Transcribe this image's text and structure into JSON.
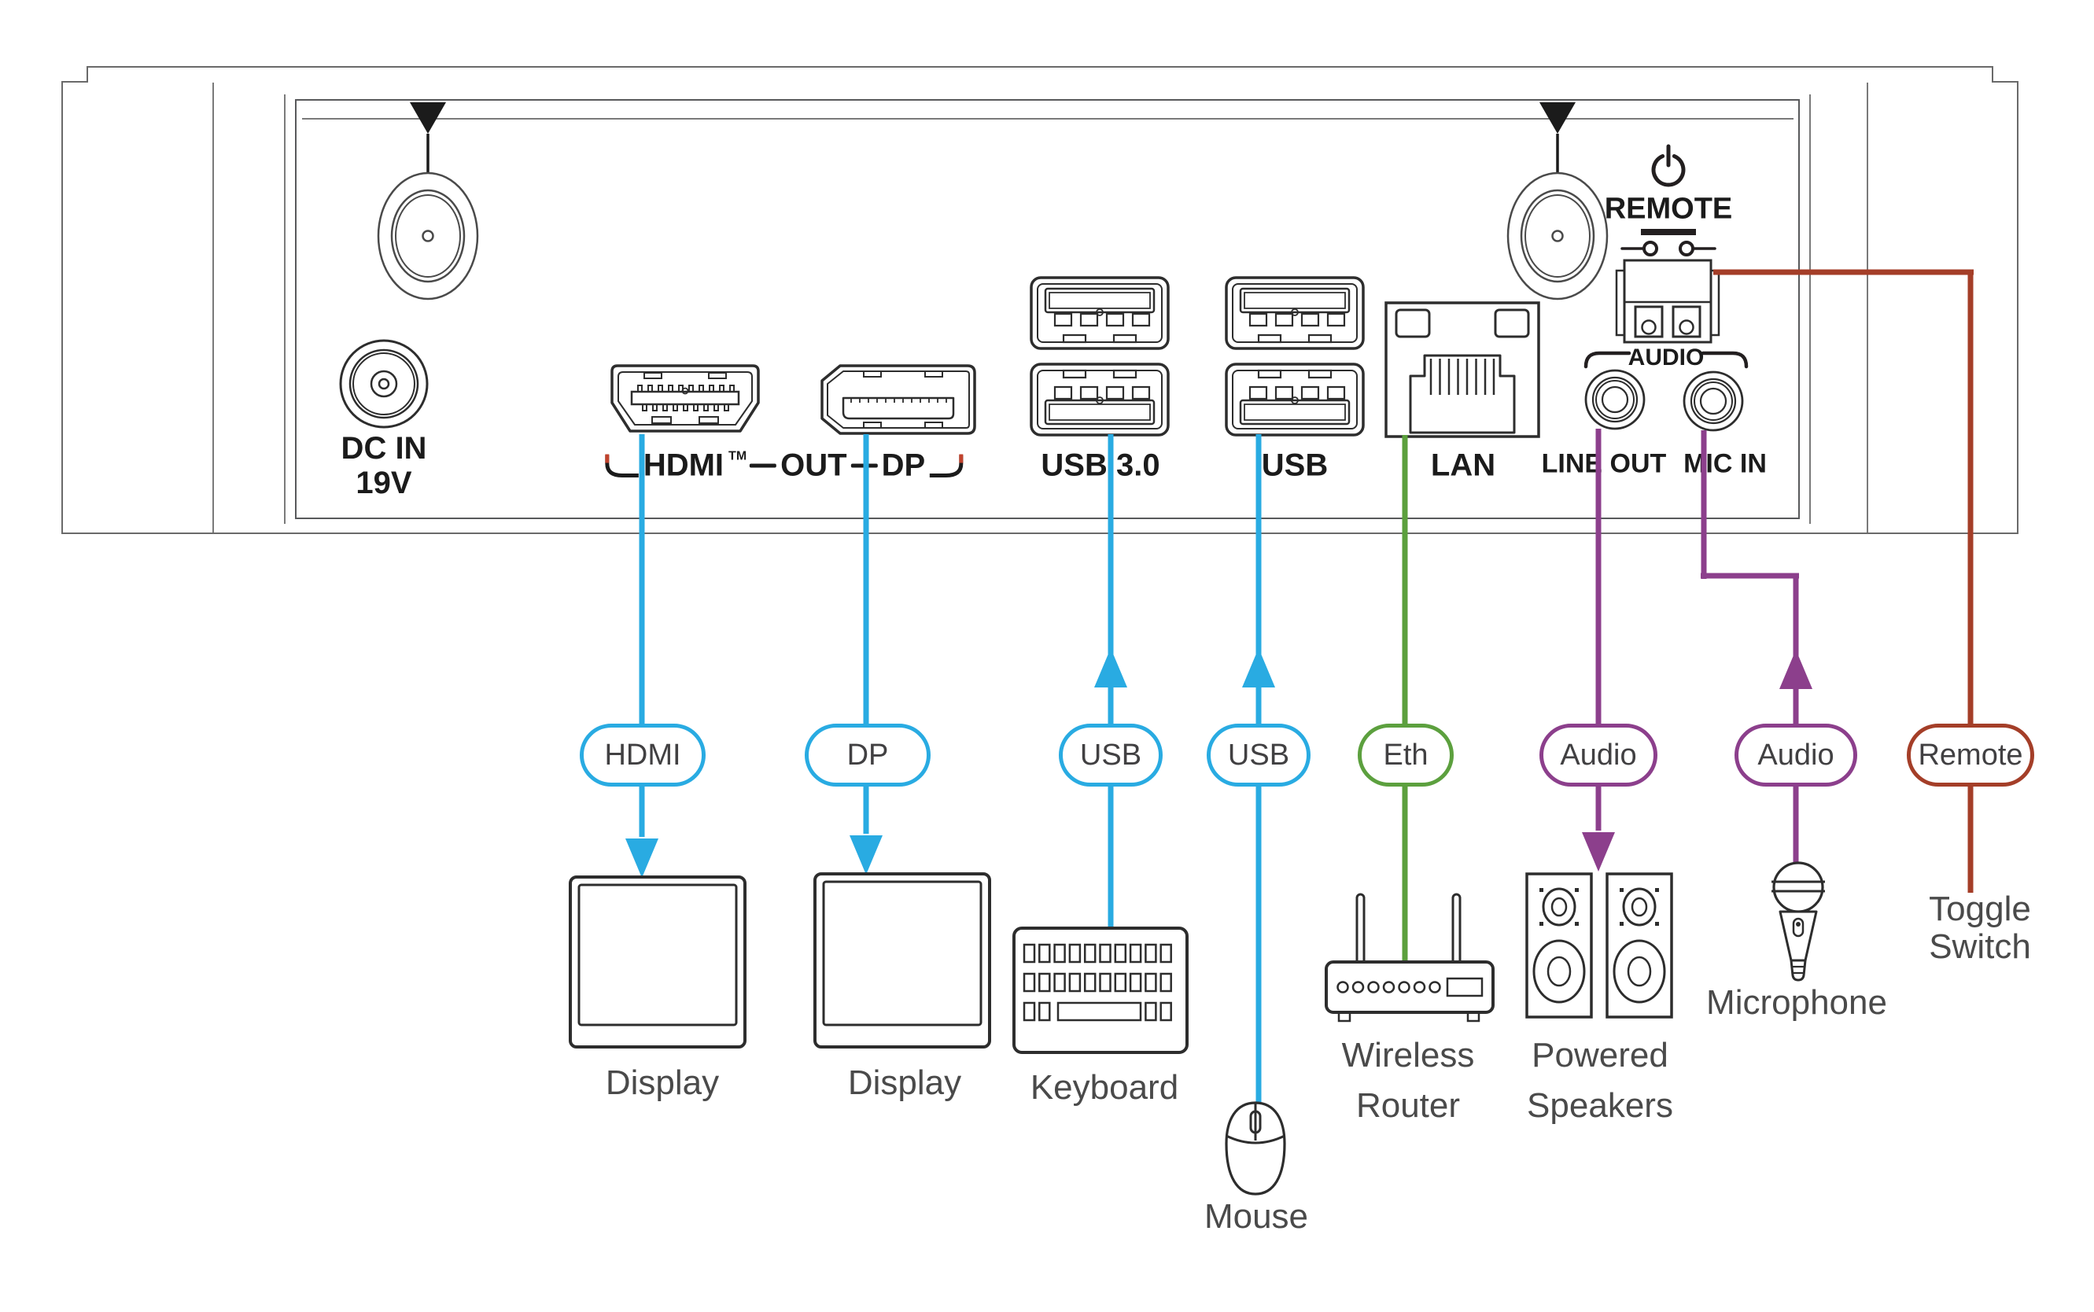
{
  "diagram_title": "Mini PC rear panel connection diagram",
  "labels": {
    "dc_in_1": "DC IN",
    "dc_in_2": "19V",
    "hdmi": "HDMI",
    "tm": "TM",
    "out": "OUT",
    "dp": "DP",
    "usb3": "USB 3.0",
    "usb": "USB",
    "lan": "LAN",
    "remote": "REMOTE",
    "audio": "AUDIO",
    "line_out": "LINE OUT",
    "mic_in": "MIC IN"
  },
  "connections": [
    {
      "id": "hdmi",
      "label": "HDMI",
      "color": "#29ABE2",
      "direction": "out"
    },
    {
      "id": "dp",
      "label": "DP",
      "color": "#29ABE2",
      "direction": "out"
    },
    {
      "id": "usb3",
      "label": "USB",
      "color": "#29ABE2",
      "direction": "in"
    },
    {
      "id": "usb",
      "label": "USB",
      "color": "#29ABE2",
      "direction": "in"
    },
    {
      "id": "eth",
      "label": "Eth",
      "color": "#5CA03E",
      "direction": "none"
    },
    {
      "id": "audio1",
      "label": "Audio",
      "color": "#8C3F8C",
      "direction": "out"
    },
    {
      "id": "audio2",
      "label": "Audio",
      "color": "#8C3F8C",
      "direction": "in"
    },
    {
      "id": "remote",
      "label": "Remote",
      "color": "#A43E28",
      "direction": "none"
    }
  ],
  "peripherals": {
    "display1": "Display",
    "display2": "Display",
    "keyboard": "Keyboard",
    "mouse": "Mouse",
    "router_1": "Wireless",
    "router_2": "Router",
    "speakers_1": "Powered",
    "speakers_2": "Speakers",
    "microphone": "Microphone",
    "toggle_1": "Toggle",
    "toggle_2": "Switch"
  },
  "colors": {
    "video_link": "#29ABE2",
    "ethernet_link": "#5CA03E",
    "audio_link": "#8C3F8C",
    "remote_link": "#A43E28",
    "label_bracket_tip": "#C1432D",
    "line_art": "#2d2d2d"
  }
}
